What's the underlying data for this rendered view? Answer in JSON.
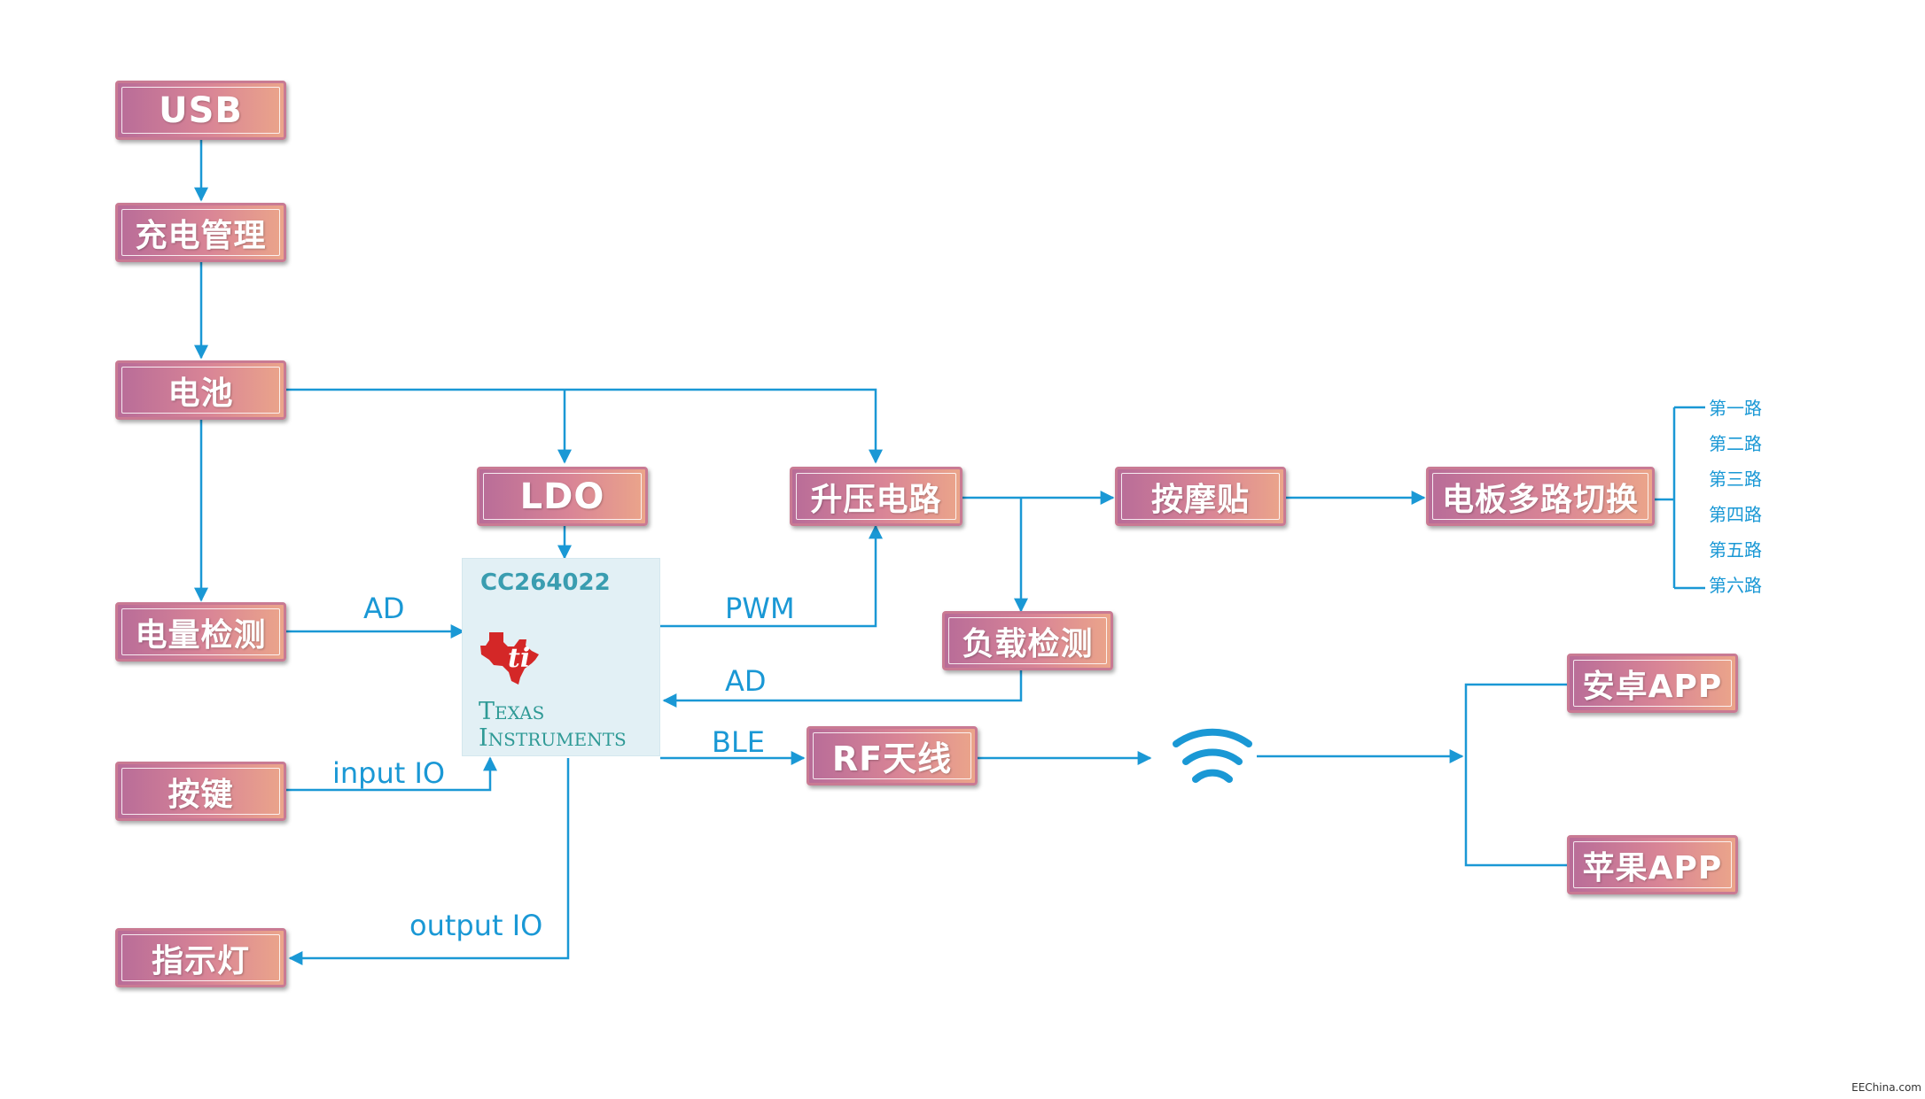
{
  "blocks": {
    "usb": "USB",
    "charge": "充电管理",
    "battery": "电池",
    "ldo": "LDO",
    "boost": "升压电路",
    "massage": "按摩贴",
    "switch": "电板多路切换",
    "power_detect": "电量检测",
    "load_detect": "负载检测",
    "key": "按键",
    "indicator": "指示灯",
    "rf": "RF天线",
    "android": "安卓APP",
    "ios": "苹果APP"
  },
  "mcu": {
    "name": "CC264022",
    "brand_line1": "Texas",
    "brand_line2": "Instruments"
  },
  "signals": {
    "ad_left": "AD",
    "input_io": "input IO",
    "output_io": "output IO",
    "pwm": "PWM",
    "ad_right": "AD",
    "ble": "BLE"
  },
  "channels": [
    "第一路",
    "第二路",
    "第三路",
    "第四路",
    "第五路",
    "第六路"
  ],
  "watermark": "EEChina.com",
  "colors": {
    "wire": "#1a98d5",
    "box_left": "#b86c98",
    "box_right": "#eba58a",
    "ti_red": "#d42727",
    "ti_teal": "#2f9a96"
  }
}
